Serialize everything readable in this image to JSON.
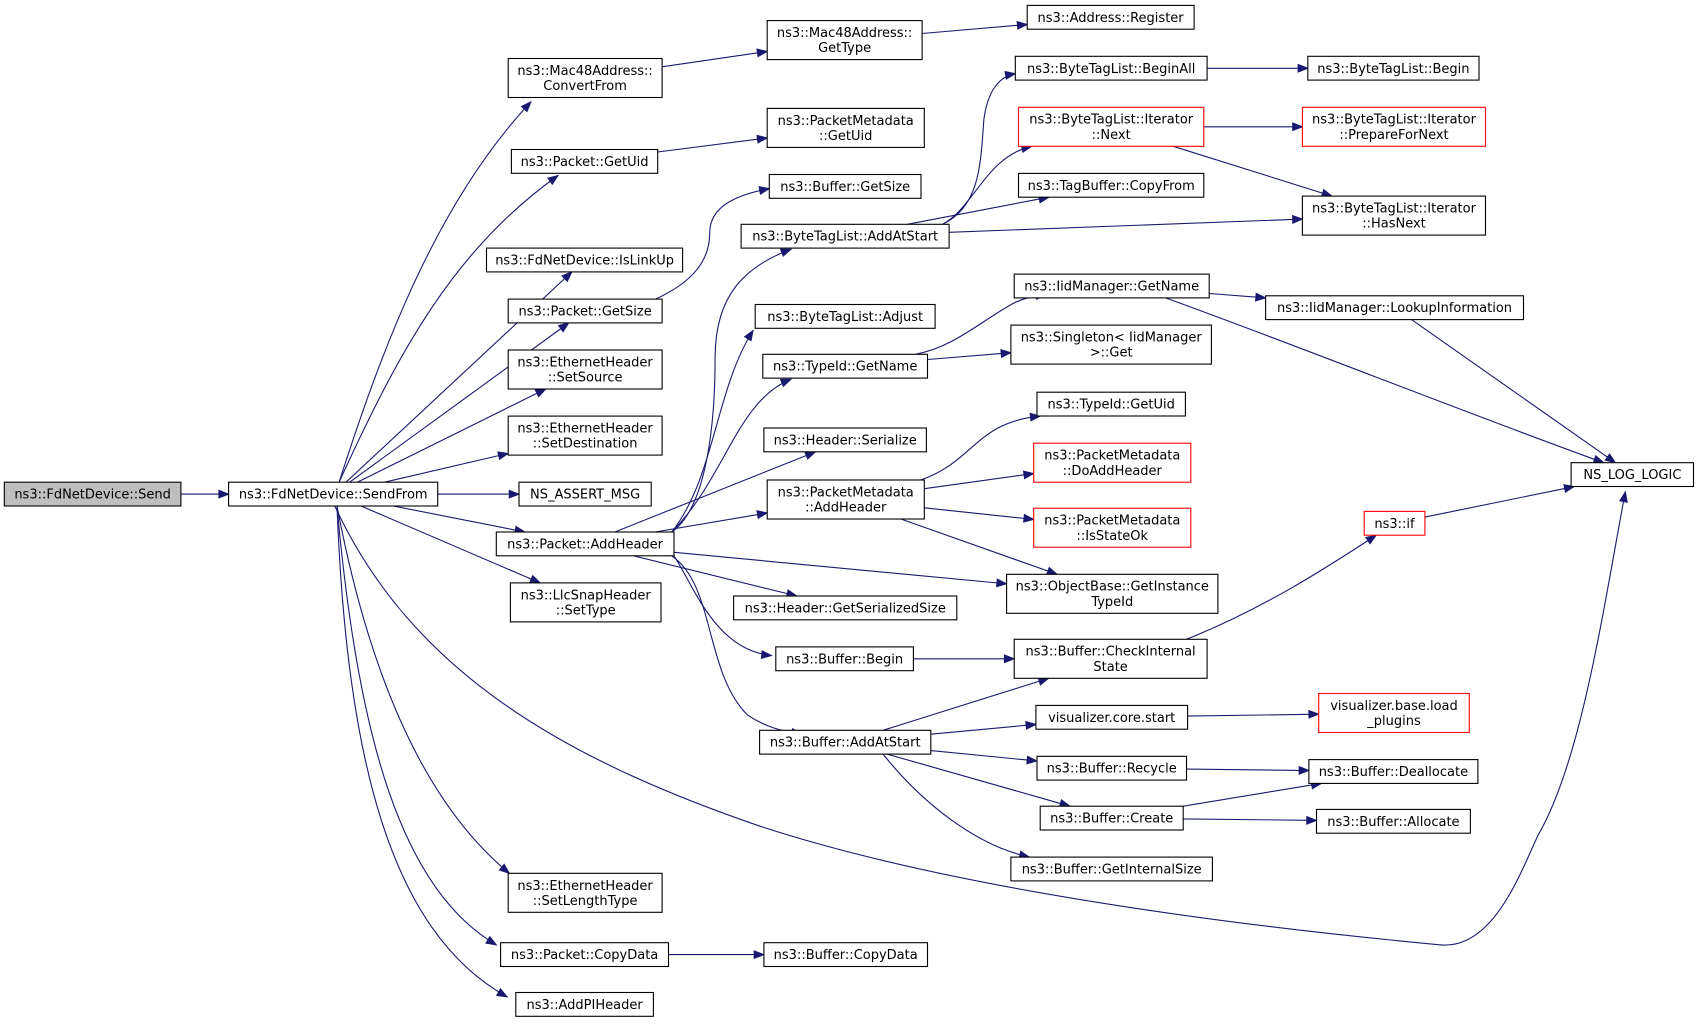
{
  "diagram": {
    "colors": {
      "edge": "#191970",
      "highlight_border": "#ff0000",
      "root_fill": "#bfbfbf",
      "box_border": "#000000",
      "background": "#ffffff"
    },
    "nodes": [
      {
        "id": "fd_send",
        "lines": [
          "ns3::FdNetDevice::Send"
        ],
        "style": "root"
      },
      {
        "id": "fd_sendfrom",
        "lines": [
          "ns3::FdNetDevice::SendFrom"
        ]
      },
      {
        "id": "mac48_convert",
        "lines": [
          "ns3::Mac48Address::",
          "ConvertFrom"
        ]
      },
      {
        "id": "packet_getuid",
        "lines": [
          "ns3::Packet::GetUid"
        ]
      },
      {
        "id": "fd_islinkup",
        "lines": [
          "ns3::FdNetDevice::IsLinkUp"
        ]
      },
      {
        "id": "packet_getsize",
        "lines": [
          "ns3::Packet::GetSize"
        ]
      },
      {
        "id": "eth_setsource",
        "lines": [
          "ns3::EthernetHeader",
          "::SetSource"
        ]
      },
      {
        "id": "eth_setdest",
        "lines": [
          "ns3::EthernetHeader",
          "::SetDestination"
        ]
      },
      {
        "id": "ns_assert",
        "lines": [
          "NS_ASSERT_MSG"
        ]
      },
      {
        "id": "packet_addheader",
        "lines": [
          "ns3::Packet::AddHeader"
        ]
      },
      {
        "id": "llc_settype",
        "lines": [
          "ns3::LlcSnapHeader",
          "::SetType"
        ]
      },
      {
        "id": "eth_setlen",
        "lines": [
          "ns3::EthernetHeader",
          "::SetLengthType"
        ]
      },
      {
        "id": "packet_copydata",
        "lines": [
          "ns3::Packet::CopyData"
        ]
      },
      {
        "id": "addpiheader",
        "lines": [
          "ns3::AddPIHeader"
        ]
      },
      {
        "id": "mac48_gettype",
        "lines": [
          "ns3::Mac48Address::",
          "GetType"
        ]
      },
      {
        "id": "pm_getuid",
        "lines": [
          "ns3::PacketMetadata",
          "::GetUid"
        ]
      },
      {
        "id": "buffer_getsize",
        "lines": [
          "ns3::Buffer::GetSize"
        ]
      },
      {
        "id": "btl_addatstart",
        "lines": [
          "ns3::ByteTagList::AddAtStart"
        ]
      },
      {
        "id": "btl_adjust",
        "lines": [
          "ns3::ByteTagList::Adjust"
        ]
      },
      {
        "id": "typeid_getname",
        "lines": [
          "ns3::TypeId::GetName"
        ]
      },
      {
        "id": "header_serialize",
        "lines": [
          "ns3::Header::Serialize"
        ]
      },
      {
        "id": "pm_addheader",
        "lines": [
          "ns3::PacketMetadata",
          "::AddHeader"
        ]
      },
      {
        "id": "header_getsersize",
        "lines": [
          "ns3::Header::GetSerializedSize"
        ]
      },
      {
        "id": "buffer_begin",
        "lines": [
          "ns3::Buffer::Begin"
        ]
      },
      {
        "id": "buffer_addatstart",
        "lines": [
          "ns3::Buffer::AddAtStart"
        ]
      },
      {
        "id": "buffer_copydata",
        "lines": [
          "ns3::Buffer::CopyData"
        ]
      },
      {
        "id": "address_register",
        "lines": [
          "ns3::Address::Register"
        ]
      },
      {
        "id": "btl_beginall",
        "lines": [
          "ns3::ByteTagList::BeginAll"
        ]
      },
      {
        "id": "btl_iter_next",
        "lines": [
          "ns3::ByteTagList::Iterator",
          "::Next"
        ],
        "style": "red"
      },
      {
        "id": "tagbuffer_copyfrom",
        "lines": [
          "ns3::TagBuffer::CopyFrom"
        ]
      },
      {
        "id": "iid_getname",
        "lines": [
          "ns3::IidManager::GetName"
        ]
      },
      {
        "id": "singleton_get",
        "lines": [
          "ns3::Singleton< IidManager",
          " >::Get"
        ]
      },
      {
        "id": "typeid_getuid",
        "lines": [
          "ns3::TypeId::GetUid"
        ]
      },
      {
        "id": "pm_doaddheader",
        "lines": [
          "ns3::PacketMetadata",
          "::DoAddHeader"
        ],
        "style": "red"
      },
      {
        "id": "pm_isstateok",
        "lines": [
          "ns3::PacketMetadata",
          "::IsStateOk"
        ],
        "style": "red"
      },
      {
        "id": "objbase_gettid",
        "lines": [
          "ns3::ObjectBase::GetInstance",
          "TypeId"
        ]
      },
      {
        "id": "buffer_checkstate",
        "lines": [
          "ns3::Buffer::CheckInternal",
          "State"
        ]
      },
      {
        "id": "vis_core_start",
        "lines": [
          "visualizer.core.start"
        ]
      },
      {
        "id": "buffer_recycle",
        "lines": [
          "ns3::Buffer::Recycle"
        ]
      },
      {
        "id": "buffer_create",
        "lines": [
          "ns3::Buffer::Create"
        ]
      },
      {
        "id": "buffer_getinternalsize",
        "lines": [
          "ns3::Buffer::GetInternalSize"
        ]
      },
      {
        "id": "btl_begin",
        "lines": [
          "ns3::ByteTagList::Begin"
        ]
      },
      {
        "id": "btl_iter_prepare",
        "lines": [
          "ns3::ByteTagList::Iterator",
          "::PrepareForNext"
        ],
        "style": "red"
      },
      {
        "id": "btl_iter_hasnext",
        "lines": [
          "ns3::ByteTagList::Iterator",
          "::HasNext"
        ]
      },
      {
        "id": "iid_lookupinfo",
        "lines": [
          "ns3::IidManager::LookupInformation"
        ]
      },
      {
        "id": "ns3_if",
        "lines": [
          "ns3::if"
        ],
        "style": "red"
      },
      {
        "id": "vis_load_plugins",
        "lines": [
          "visualizer.base.load",
          "_plugins"
        ],
        "style": "red"
      },
      {
        "id": "buffer_deallocate",
        "lines": [
          "ns3::Buffer::Deallocate"
        ]
      },
      {
        "id": "buffer_allocate",
        "lines": [
          "ns3::Buffer::Allocate"
        ]
      },
      {
        "id": "ns_log_logic",
        "lines": [
          "NS_LOG_LOGIC"
        ]
      }
    ],
    "edges": [
      [
        "fd_send",
        "fd_sendfrom"
      ],
      [
        "fd_sendfrom",
        "mac48_convert"
      ],
      [
        "fd_sendfrom",
        "packet_getuid"
      ],
      [
        "fd_sendfrom",
        "fd_islinkup"
      ],
      [
        "fd_sendfrom",
        "packet_getsize"
      ],
      [
        "fd_sendfrom",
        "eth_setsource"
      ],
      [
        "fd_sendfrom",
        "eth_setdest"
      ],
      [
        "fd_sendfrom",
        "ns_assert"
      ],
      [
        "fd_sendfrom",
        "packet_addheader"
      ],
      [
        "fd_sendfrom",
        "llc_settype"
      ],
      [
        "fd_sendfrom",
        "eth_setlen"
      ],
      [
        "fd_sendfrom",
        "packet_copydata"
      ],
      [
        "fd_sendfrom",
        "addpiheader"
      ],
      [
        "fd_sendfrom",
        "ns_log_logic"
      ],
      [
        "mac48_convert",
        "mac48_gettype"
      ],
      [
        "mac48_gettype",
        "address_register"
      ],
      [
        "packet_getuid",
        "pm_getuid"
      ],
      [
        "packet_getsize",
        "buffer_getsize"
      ],
      [
        "packet_addheader",
        "btl_addatstart"
      ],
      [
        "packet_addheader",
        "btl_adjust"
      ],
      [
        "packet_addheader",
        "typeid_getname"
      ],
      [
        "packet_addheader",
        "header_serialize"
      ],
      [
        "packet_addheader",
        "pm_addheader"
      ],
      [
        "packet_addheader",
        "objbase_gettid"
      ],
      [
        "packet_addheader",
        "header_getsersize"
      ],
      [
        "packet_addheader",
        "buffer_begin"
      ],
      [
        "packet_addheader",
        "buffer_addatstart"
      ],
      [
        "packet_copydata",
        "buffer_copydata"
      ],
      [
        "btl_addatstart",
        "btl_beginall"
      ],
      [
        "btl_addatstart",
        "btl_iter_next"
      ],
      [
        "btl_addatstart",
        "tagbuffer_copyfrom"
      ],
      [
        "btl_addatstart",
        "btl_iter_hasnext"
      ],
      [
        "btl_beginall",
        "btl_begin"
      ],
      [
        "btl_iter_next",
        "btl_iter_prepare"
      ],
      [
        "btl_iter_next",
        "btl_iter_hasnext"
      ],
      [
        "typeid_getname",
        "iid_getname"
      ],
      [
        "typeid_getname",
        "singleton_get"
      ],
      [
        "iid_getname",
        "iid_lookupinfo"
      ],
      [
        "iid_getname",
        "ns_log_logic"
      ],
      [
        "iid_lookupinfo",
        "ns_log_logic"
      ],
      [
        "pm_addheader",
        "typeid_getuid"
      ],
      [
        "pm_addheader",
        "pm_doaddheader"
      ],
      [
        "pm_addheader",
        "pm_isstateok"
      ],
      [
        "pm_addheader",
        "objbase_gettid"
      ],
      [
        "buffer_begin",
        "buffer_checkstate"
      ],
      [
        "buffer_addatstart",
        "buffer_checkstate"
      ],
      [
        "buffer_addatstart",
        "vis_core_start"
      ],
      [
        "buffer_addatstart",
        "buffer_recycle"
      ],
      [
        "buffer_addatstart",
        "buffer_create"
      ],
      [
        "buffer_addatstart",
        "buffer_getinternalsize"
      ],
      [
        "buffer_checkstate",
        "ns3_if"
      ],
      [
        "ns3_if",
        "ns_log_logic"
      ],
      [
        "vis_core_start",
        "vis_load_plugins"
      ],
      [
        "buffer_recycle",
        "buffer_deallocate"
      ],
      [
        "buffer_create",
        "buffer_deallocate"
      ],
      [
        "buffer_create",
        "buffer_allocate"
      ]
    ]
  }
}
